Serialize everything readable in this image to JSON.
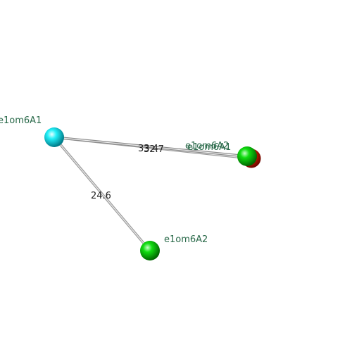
{
  "nodes": [
    {
      "id": "n1",
      "label": "e1om6A1",
      "color": "#00e5ee"
    },
    {
      "id": "n2",
      "label": "e1om6A2",
      "color": "#00cc00"
    },
    {
      "id": "n3",
      "label": "e1om6A1",
      "color": "#dd2200"
    },
    {
      "id": "n4",
      "label": "e1om6A2",
      "color": "#00cc00"
    }
  ],
  "edges": [
    {
      "from": "n1",
      "to": "n2",
      "label": "32.7"
    },
    {
      "from": "n1",
      "to": "n3",
      "label": "33.4"
    },
    {
      "from": "n1",
      "to": "n4",
      "label": "24.6"
    }
  ]
}
